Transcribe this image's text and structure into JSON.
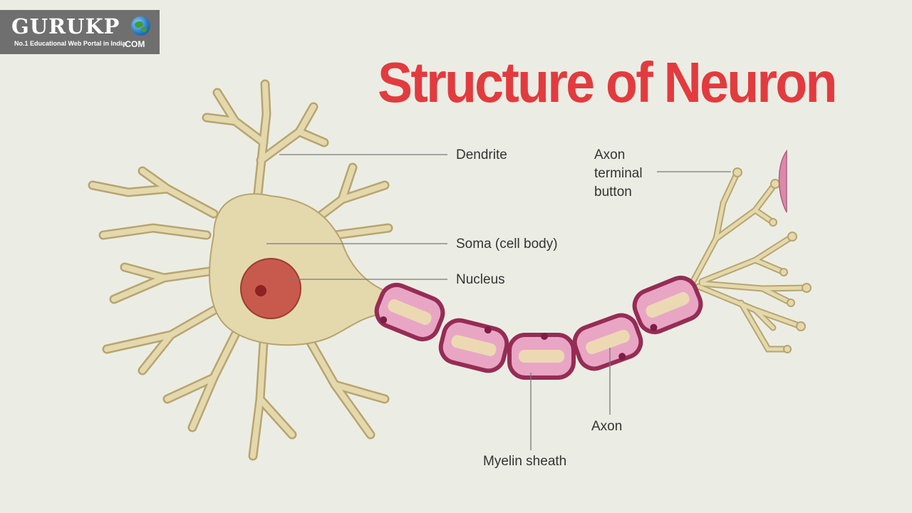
{
  "logo": {
    "wordmark": "GURUKP",
    "tagline": "No.1 Educational Web Portal in India",
    "suffix": ".COM"
  },
  "title": "Structure of Neuron",
  "labels": {
    "dendrite": "Dendrite",
    "axon_terminal": [
      "Axon",
      "terminal",
      "button"
    ],
    "soma": "Soma (cell body)",
    "nucleus": "Nucleus",
    "axon": "Axon",
    "myelin_sheath": "Myelin sheath"
  },
  "colors": {
    "background": "#ebede4",
    "title": "#e23b3f",
    "cell_body": "#e4d9ad",
    "cell_outline": "#b8a46f",
    "nucleus": "#c85a4d",
    "myelin_fill": "#e8a6c4",
    "myelin_outline": "#962c55",
    "label_text": "#333333"
  }
}
